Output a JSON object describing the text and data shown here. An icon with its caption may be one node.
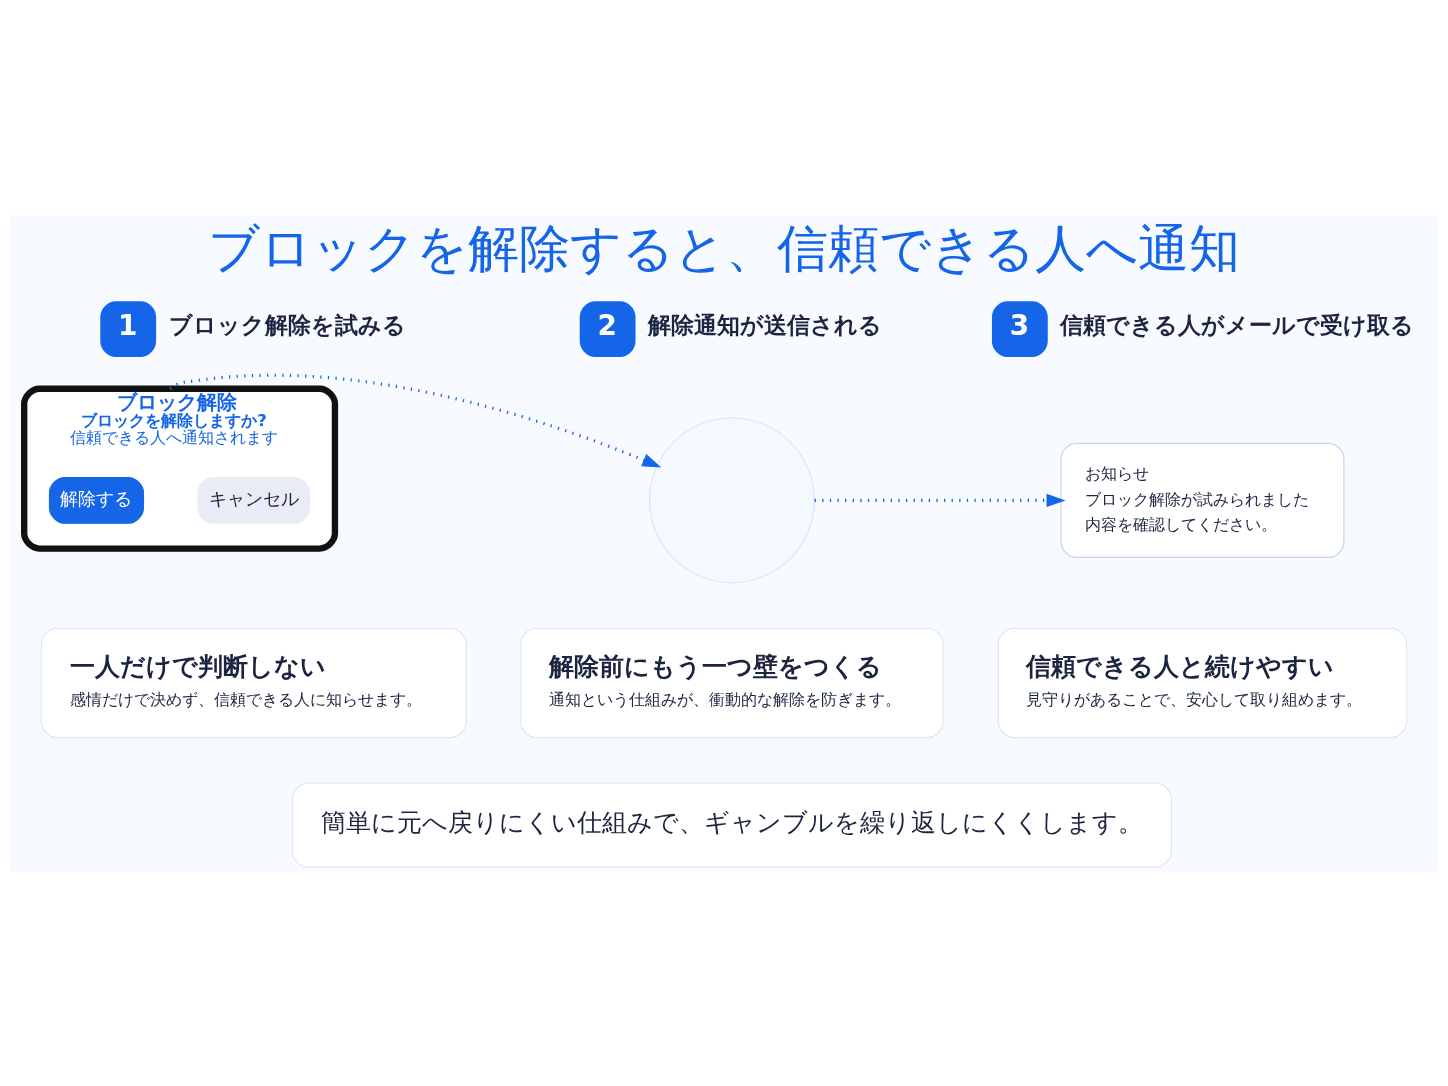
{
  "diagram": {
    "title": "ブロックを解除すると、信頼できる人へ通知",
    "nodes": [
      {
        "text": [
          "1"
        ],
        "beside": [
          "ブロック解除を試みる"
        ]
      },
      {
        "text": [
          "ブロック解除",
          "ブロックを解除しますか?",
          "信頼できる人へ通知されます"
        ]
      },
      {
        "text": [
          "キャンセル"
        ],
        "in": 1
      },
      {
        "text": [
          "解除する"
        ],
        "in": 1
      },
      {
        "text": [
          "2"
        ],
        "beside": [
          "解除通知が送信される"
        ]
      },
      {
        "text": [],
        "shape": "circle"
      },
      {
        "text": [
          "3"
        ],
        "beside": [
          "信頼できる人がメールで受け取る"
        ]
      },
      {
        "text": [
          "お知らせ",
          "ブロック解除が試みられました",
          "内容を確認してください。"
        ]
      },
      {
        "text": [
          "一人だけで判断しない",
          "感情だけで決めず、信頼できる人に知らせます。"
        ]
      },
      {
        "text": [
          "解除前にもう一つ壁をつくる",
          "通知という仕組みが、衝動的な解除を防ぎます。"
        ]
      },
      {
        "text": [
          "信頼できる人と続けやすい",
          "見守りがあることで、安心して取り組めます。"
        ]
      },
      {
        "text": [
          "簡単に元へ戻りにくい仕組みで、ギャンブルを繰り返しにくくします。"
        ]
      }
    ],
    "edges": [
      {
        "from": 1,
        "to": 5,
        "arrow": "to",
        "style": "dashed"
      },
      {
        "from": 5,
        "to": 7,
        "arrow": "to",
        "style": "dashed"
      }
    ]
  }
}
